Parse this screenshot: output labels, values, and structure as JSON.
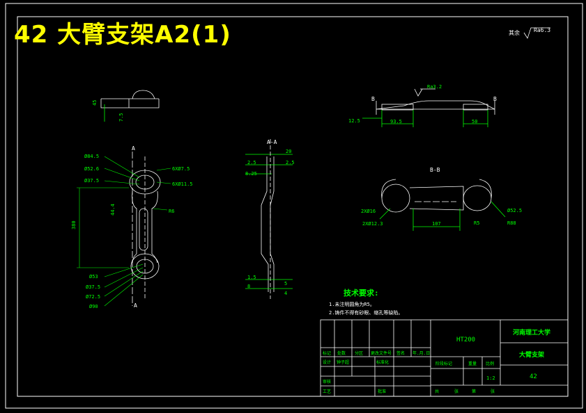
{
  "drawing": {
    "title": "42 大臂支架A2(1)",
    "roughness_note": {
      "label": "其余",
      "value": "Ra6.3"
    },
    "section_labels": {
      "a": "A",
      "a_a": "A-A",
      "b": "B",
      "b_b": "B-B"
    },
    "dims": {
      "top_h": "45",
      "top_v": "7.5",
      "side_right_ra": "Ra3.2",
      "side_right_l1": "12.5",
      "side_right_l2": "93.5",
      "side_right_l3": "50",
      "phi84": "Ø84.5",
      "phi52_6": "Ø52.6",
      "phi37_5": "Ø37.5",
      "holes_6x7": "6XØ7.5",
      "holes_6x11": "6XØ11.5",
      "len_380": "380",
      "w_44": "44.4",
      "r26": "R6",
      "phi53": "Ø53",
      "phi37_b": "Ø37.5",
      "phi72": "Ø72.5",
      "phi90": "Ø90",
      "aa_20": "20",
      "aa_2_5a": "2.5",
      "aa_2_5b": "2.5",
      "aa_8_25": "8.25",
      "aa_1_5": "1.5",
      "aa_8": "8",
      "aa_5": "5",
      "aa_4": "4",
      "bb_2x16": "2XØ16",
      "bb_2x12": "2XØ12.3",
      "bb_107": "107",
      "bb_r5": "R5",
      "bb_phi52": "Ø52.5",
      "bb_r88": "R88"
    },
    "tech_req": {
      "heading": "技术要求:",
      "item1": "1.未注明圆角为R5。",
      "item2": "2.铸件不得有砂眼、缩孔等缺陷。"
    },
    "title_block": {
      "material": "HT200",
      "school": "河南理工大学",
      "part_name": "大臂支架",
      "part_no": "42",
      "col_labels": [
        "标记",
        "处数",
        "分区",
        "更改文件号",
        "签名",
        "年.月.日"
      ],
      "design": "设计",
      "designer": "钟子超",
      "standard": "标准化",
      "stage_mark": "阶段标记",
      "weight": "重量",
      "scale_label": "比例",
      "scale": "1:2",
      "review": "审核",
      "process": "工艺",
      "approve": "批准",
      "sheet_info": [
        "共",
        "张",
        "第",
        "张"
      ]
    }
  }
}
